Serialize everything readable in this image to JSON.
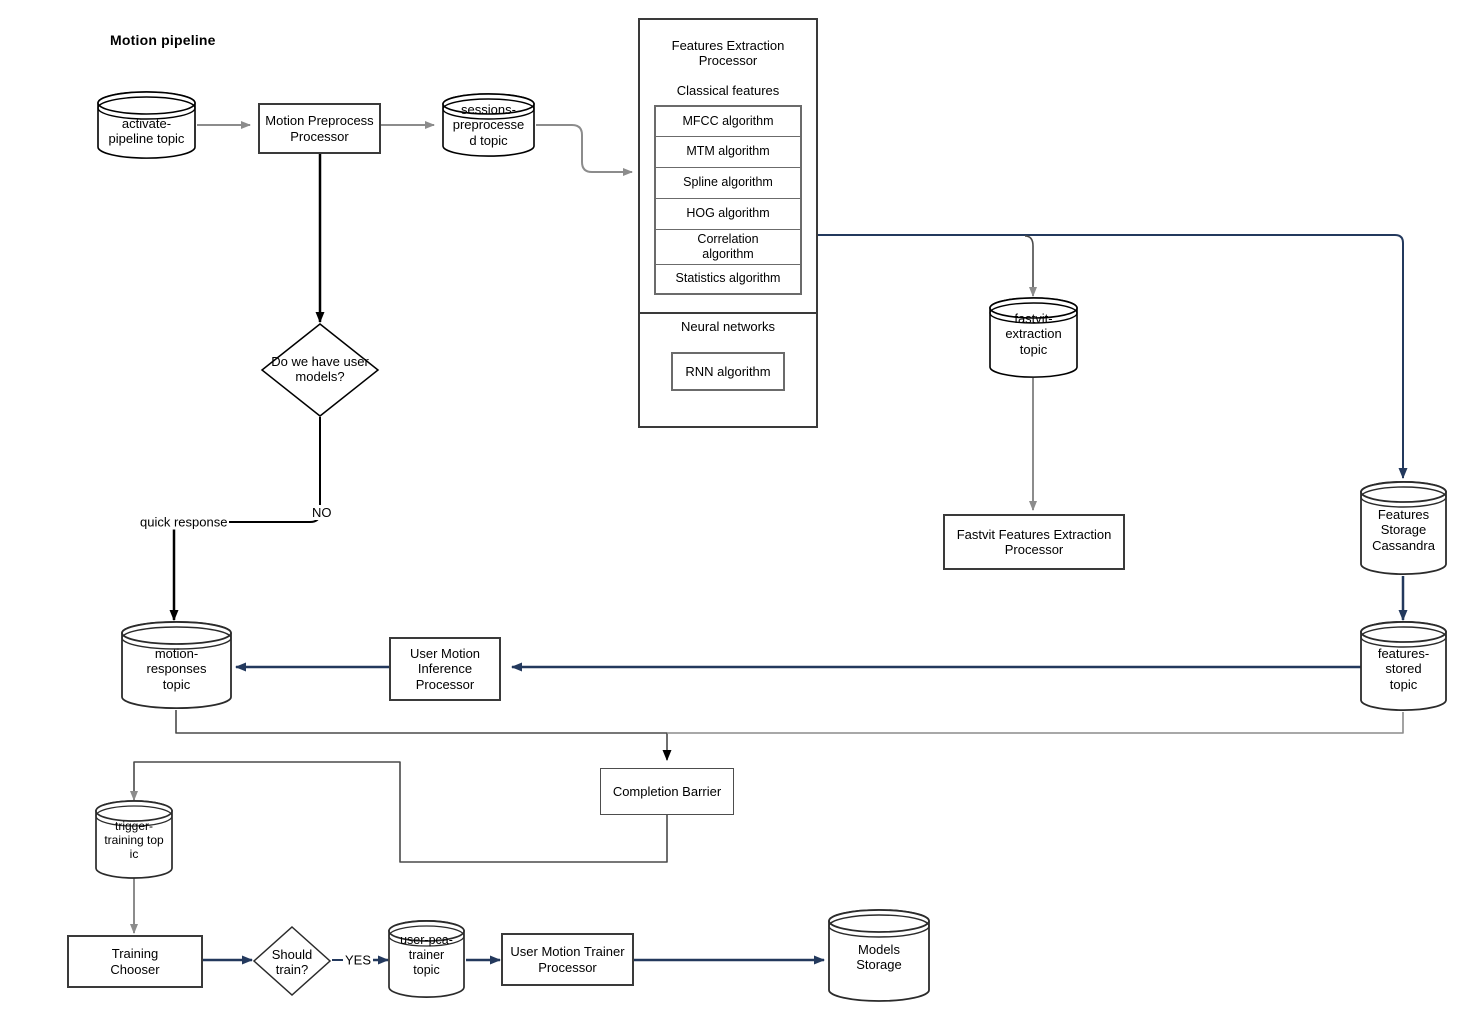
{
  "diagram": {
    "title": "Motion pipeline",
    "type": "flowchart",
    "colors": {
      "stroke_dark": "#23395d",
      "stroke_black": "#000000",
      "stroke_gray": "#8c8c8c",
      "box_border": "#3a3a3a",
      "background": "#ffffff"
    }
  },
  "nodes": {
    "activate_pipeline_topic": {
      "label": "activate-\npipeline topic",
      "shape": "cylinder"
    },
    "motion_preprocess_processor": {
      "label": "Motion Preprocess\nProcessor",
      "shape": "rectangle"
    },
    "sessions_preprocessed_topic": {
      "label": "sessions-\npreprocesse\nd topic",
      "shape": "cylinder"
    },
    "features_extraction_processor": {
      "label": "Features Extraction\nProcessor",
      "shape": "container",
      "classical_title": "Classical features",
      "classical_algorithms": [
        "MFCC algorithm",
        "MTM algorithm",
        "Spline algorithm",
        "HOG algorithm",
        "Correlation\nalgorithm",
        "Statistics algorithm"
      ],
      "neural_title": "Neural networks",
      "neural_algorithms": [
        "RNN algorithm"
      ]
    },
    "do_we_have_user_models": {
      "label": "Do we have user\nmodels?",
      "shape": "diamond"
    },
    "fastvit_extraction_topic": {
      "label": "fastvit-\nextraction\ntopic",
      "shape": "cylinder"
    },
    "fastvit_features_extraction_processor": {
      "label": "Fastvit Features Extraction\nProcessor",
      "shape": "rectangle"
    },
    "features_storage_cassandra": {
      "label": "Features\nStorage\nCassandra",
      "shape": "cylinder"
    },
    "features_stored_topic": {
      "label": "features-\nstored\ntopic",
      "shape": "cylinder"
    },
    "motion_responses_topic": {
      "label": "motion-\nresponses\ntopic",
      "shape": "cylinder"
    },
    "user_motion_inference_processor": {
      "label": "User Motion\nInference\nProcessor",
      "shape": "rectangle"
    },
    "completion_barrier": {
      "label": "Completion Barrier",
      "shape": "rectangle"
    },
    "trigger_training_topic": {
      "label": "trigger-\ntraining top\nic",
      "shape": "cylinder"
    },
    "training_chooser": {
      "label": "Training\nChooser",
      "shape": "rectangle"
    },
    "should_train": {
      "label": "Should\ntrain?",
      "shape": "diamond"
    },
    "user_pca_trainer_topic": {
      "label": "user-pca-\ntrainer\ntopic",
      "shape": "cylinder"
    },
    "user_motion_trainer_processor": {
      "label": "User Motion Trainer\nProcessor",
      "shape": "rectangle"
    },
    "models_storage": {
      "label": "Models\nStorage",
      "shape": "cylinder"
    }
  },
  "edge_labels": {
    "no": "NO",
    "quick_response": "quick response",
    "yes": "YES"
  },
  "edges": [
    {
      "from": "activate_pipeline_topic",
      "to": "motion_preprocess_processor",
      "label": ""
    },
    {
      "from": "motion_preprocess_processor",
      "to": "sessions_preprocessed_topic",
      "label": ""
    },
    {
      "from": "sessions_preprocessed_topic",
      "to": "features_extraction_processor",
      "label": ""
    },
    {
      "from": "motion_preprocess_processor",
      "to": "do_we_have_user_models",
      "label": ""
    },
    {
      "from": "do_we_have_user_models",
      "to": "motion_responses_topic",
      "label": "NO / quick response"
    },
    {
      "from": "features_extraction_processor",
      "to": "fastvit_extraction_topic",
      "label": ""
    },
    {
      "from": "features_extraction_processor",
      "to": "features_storage_cassandra",
      "label": ""
    },
    {
      "from": "fastvit_extraction_topic",
      "to": "fastvit_features_extraction_processor",
      "label": ""
    },
    {
      "from": "features_storage_cassandra",
      "to": "features_stored_topic",
      "label": ""
    },
    {
      "from": "features_stored_topic",
      "to": "user_motion_inference_processor",
      "label": ""
    },
    {
      "from": "user_motion_inference_processor",
      "to": "motion_responses_topic",
      "label": ""
    },
    {
      "from": "features_stored_topic",
      "to": "completion_barrier",
      "label": ""
    },
    {
      "from": "motion_responses_topic",
      "to": "completion_barrier",
      "label": ""
    },
    {
      "from": "completion_barrier",
      "to": "trigger_training_topic",
      "label": ""
    },
    {
      "from": "trigger_training_topic",
      "to": "training_chooser",
      "label": ""
    },
    {
      "from": "training_chooser",
      "to": "should_train",
      "label": ""
    },
    {
      "from": "should_train",
      "to": "user_pca_trainer_topic",
      "label": "YES"
    },
    {
      "from": "user_pca_trainer_topic",
      "to": "user_motion_trainer_processor",
      "label": ""
    },
    {
      "from": "user_motion_trainer_processor",
      "to": "models_storage",
      "label": ""
    }
  ]
}
